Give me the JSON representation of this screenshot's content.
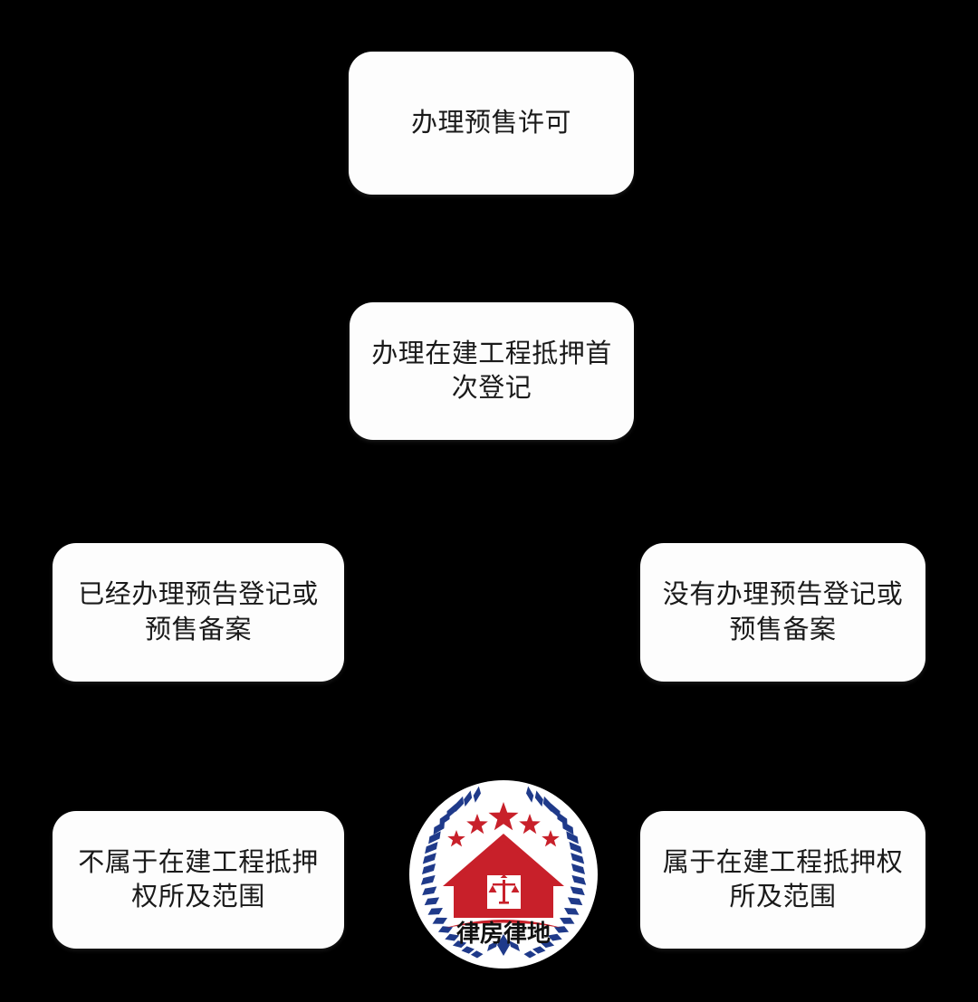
{
  "diagram": {
    "background_color": "#000000",
    "node_fill_color": "#fdfdfd",
    "node_text_color": "#1a1a1a",
    "nodes": [
      {
        "id": "node-0",
        "text": "办理预售许可"
      },
      {
        "id": "node-1",
        "text": "办理在建工程抵押首\n次登记"
      },
      {
        "id": "node-2",
        "text": "已经办理预告登记或\n预售备案"
      },
      {
        "id": "node-3",
        "text": "没有办理预告登记或\n预售备案"
      },
      {
        "id": "node-4",
        "text": "不属于在建工程抵押\n权所及范围"
      },
      {
        "id": "node-5",
        "text": "属于在建工程抵押权\n所及范围"
      }
    ]
  },
  "emblem": {
    "name": "lvfang-lvdi-logo",
    "text": "律房律地",
    "disc_color": "#ffffff",
    "house_color": "#c8202a",
    "wreath_color": "#1f3a8a",
    "star_color": "#c8202a",
    "scales_color": "#c8202a",
    "text_color": "#111111",
    "star_count": 5
  }
}
